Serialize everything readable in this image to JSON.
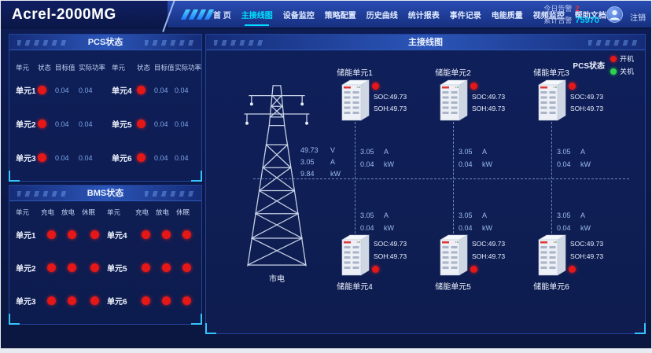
{
  "header": {
    "logo": "Acrel-2000MG",
    "nav": [
      {
        "label": "首 页"
      },
      {
        "label": "主接线图"
      },
      {
        "label": "设备监控"
      },
      {
        "label": "策略配置"
      },
      {
        "label": "历史曲线"
      },
      {
        "label": "统计报表"
      },
      {
        "label": "事件记录"
      },
      {
        "label": "电能质量"
      },
      {
        "label": "视频监控"
      },
      {
        "label": "帮助文档"
      }
    ],
    "alarm_today_label": "今日告警",
    "alarm_today_value": "2",
    "alarm_total_label": "累计告警",
    "alarm_total_value": "75970",
    "logout_label": "注销"
  },
  "pcs": {
    "title": "PCS状态",
    "headers": [
      "单元",
      "状态",
      "目标值",
      "实际功率",
      "单元",
      "状态",
      "目标值",
      "实际功率"
    ],
    "rows": [
      {
        "u1": "单元1",
        "t1": "0.04",
        "p1": "0.04",
        "u2": "单元4",
        "t2": "0.04",
        "p2": "0.04"
      },
      {
        "u1": "单元2",
        "t1": "0.04",
        "p1": "0.04",
        "u2": "单元5",
        "t2": "0.04",
        "p2": "0.04"
      },
      {
        "u1": "单元3",
        "t1": "0.04",
        "p1": "0.04",
        "u2": "单元6",
        "t2": "0.04",
        "p2": "0.04"
      }
    ]
  },
  "bms": {
    "title": "BMS状态",
    "headers": [
      "单元",
      "充电",
      "放电",
      "休眠",
      "单元",
      "充电",
      "放电",
      "休眠"
    ],
    "rows": [
      {
        "u1": "单元1",
        "u2": "单元4"
      },
      {
        "u1": "单元2",
        "u2": "单元5"
      },
      {
        "u1": "单元3",
        "u2": "单元6"
      }
    ]
  },
  "diagram": {
    "title": "主接线图",
    "legend": {
      "label": "PCS状态",
      "on": "开机",
      "off": "关机"
    },
    "source": {
      "label": "市电",
      "rows": [
        {
          "value": "49.73",
          "unit": "V"
        },
        {
          "value": "3.05",
          "unit": "A"
        },
        {
          "value": "9.84",
          "unit": "kW"
        }
      ]
    },
    "columns": [
      {
        "top_a": "3.05",
        "top_a_unit": "A",
        "top_p": "0.04",
        "top_p_unit": "kW",
        "bot_a": "3.05",
        "bot_a_unit": "A",
        "bot_p": "0.04",
        "bot_p_unit": "kW"
      },
      {
        "top_a": "3.05",
        "top_a_unit": "A",
        "top_p": "0.04",
        "top_p_unit": "kW",
        "bot_a": "3.05",
        "bot_a_unit": "A",
        "bot_p": "0.04",
        "bot_p_unit": "kW"
      },
      {
        "top_a": "3.05",
        "top_a_unit": "A",
        "top_p": "0.04",
        "top_p_unit": "kW",
        "bot_a": "3.05",
        "bot_a_unit": "A",
        "bot_p": "0.04",
        "bot_p_unit": "kW"
      }
    ],
    "units_top": [
      {
        "label": "储能单元1",
        "soc": "SOC:49.73",
        "soh": "SOH:49.73"
      },
      {
        "label": "储能单元2",
        "soc": "SOC:49.73",
        "soh": "SOH:49.73"
      },
      {
        "label": "储能单元3",
        "soc": "SOC:49.73",
        "soh": "SOH:49.73"
      }
    ],
    "units_bottom": [
      {
        "label": "储能单元4",
        "soc": "SOC:49.73",
        "soh": "SOH:49.73"
      },
      {
        "label": "储能单元5",
        "soc": "SOC:49.73",
        "soh": "SOH:49.73"
      },
      {
        "label": "储能单元6",
        "soc": "SOC:49.73",
        "soh": "SOH:49.73"
      }
    ]
  },
  "colors": {
    "accent_cyan": "#00d8ff",
    "alarm_red": "#ff2d2d",
    "status_on_red": "#e61717",
    "status_off_green": "#2fd24a",
    "value_blue": "#9dbdf2"
  }
}
